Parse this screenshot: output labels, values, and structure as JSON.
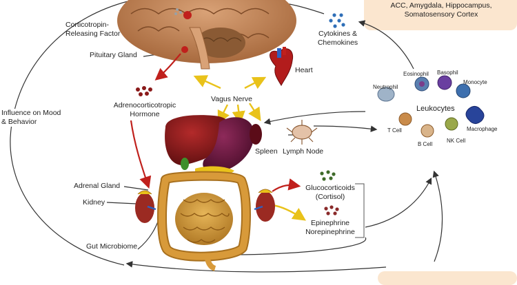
{
  "labels": {
    "brain_regions": [
      "ACC, Amygdala, Hippocampus,",
      "Somatosensory Cortex"
    ],
    "crf": [
      "Corticotropin-",
      "Releasing Factor"
    ],
    "pituitary": "Pituitary Gland",
    "acth": [
      "Adrenocorticotropic",
      "Hormone"
    ],
    "mood": [
      "Influence on Mood",
      "& Behavior"
    ],
    "vagus": "Vagus Nerve",
    "heart": "Heart",
    "cytokines": [
      "Cytokines &",
      "Chemokines"
    ],
    "spleen": "Spleen",
    "lymph": "Lymph Node",
    "leukocytes": "Leukocytes",
    "eosinophil": "Eosinophil",
    "basophil": "Basophil",
    "neutrophil": "Neutrophil",
    "monocyte": "Monocyte",
    "tcell": "T Cell",
    "bcell": "B Cell",
    "nkcell": "NK Cell",
    "macrophage": "Macrophage",
    "adrenal": "Adrenal Gland",
    "kidney": "Kidney",
    "glucocorticoids": [
      "Glucocorticoids",
      "(Cortisol)"
    ],
    "catecholamines": [
      "Epinephrine",
      "Norepinephrine"
    ],
    "gut": "Gut Microbiome"
  },
  "colors": {
    "red_arrow": "#c0201c",
    "yellow_arrow": "#e9c21a",
    "black_arrow": "#333333",
    "callout_bg": "#fbe6cf",
    "brain": "#c88a5a",
    "liver": "#8a1a1a",
    "stomach": "#6b1640",
    "intestine": "#c9902e"
  }
}
